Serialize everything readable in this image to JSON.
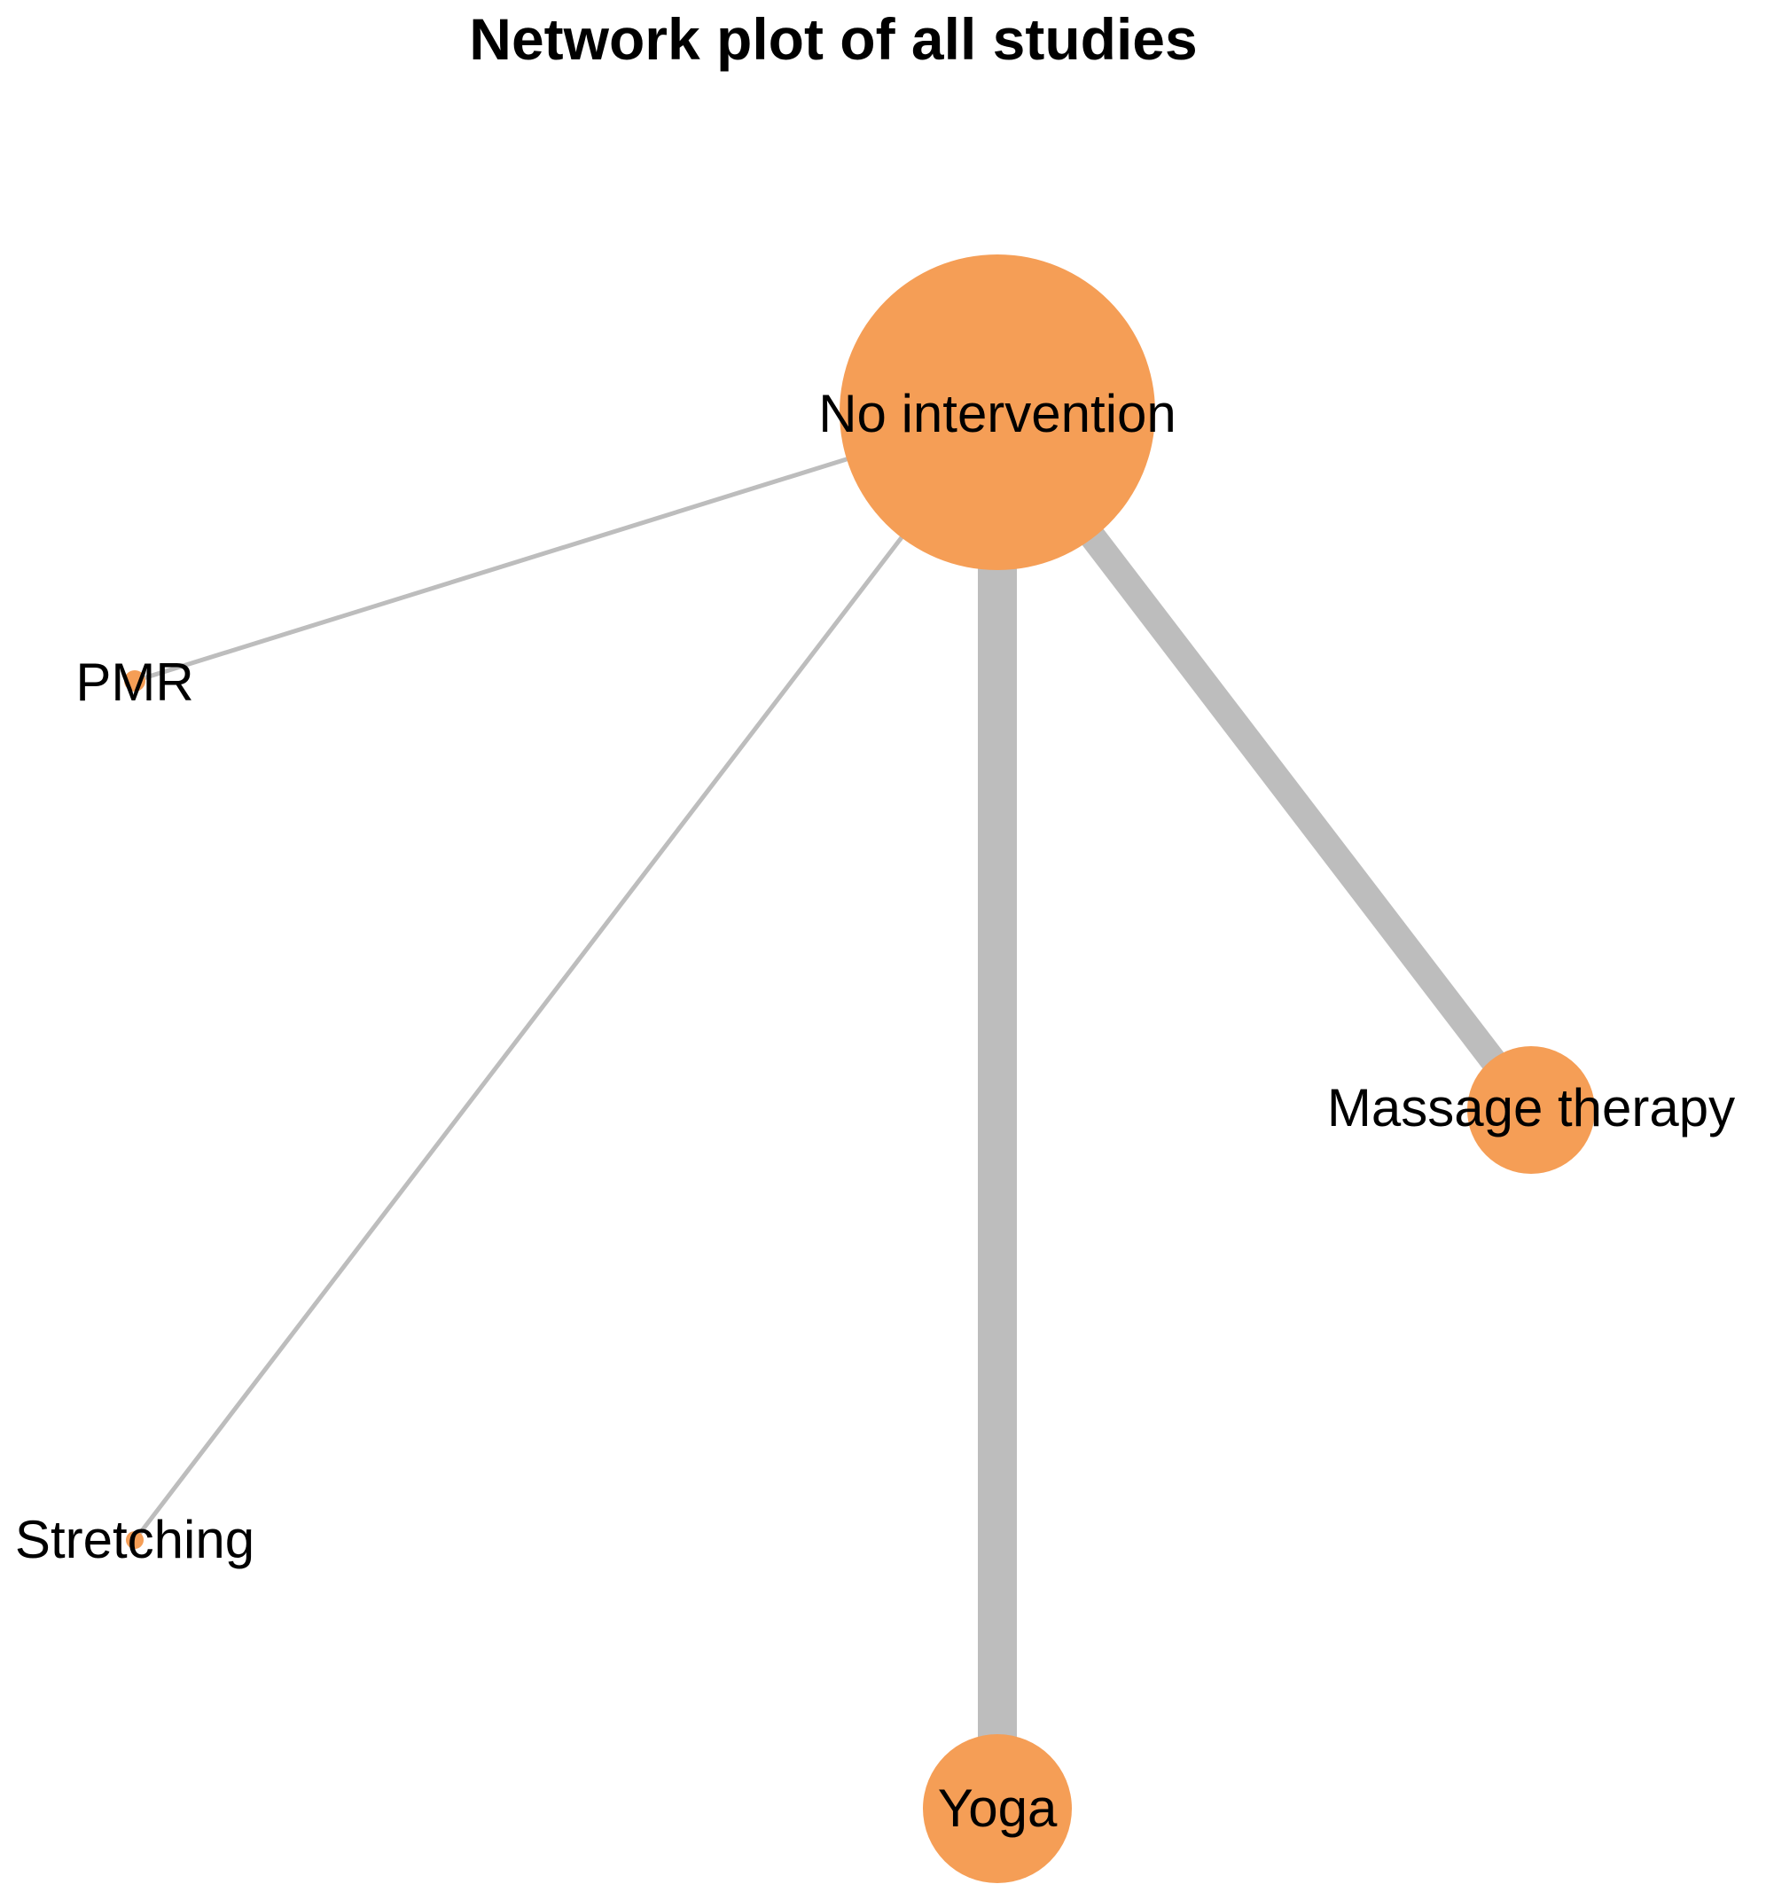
{
  "title": "Network plot of all studies",
  "colors": {
    "node": "#f59e56",
    "edge": "#bdbdbd",
    "label": "#000000"
  },
  "nodes": [
    {
      "id": "no-intervention",
      "label": "No intervention"
    },
    {
      "id": "pmr",
      "label": "PMR"
    },
    {
      "id": "massage-therapy",
      "label": "Massage therapy"
    },
    {
      "id": "stretching",
      "label": "Stretching"
    },
    {
      "id": "yoga",
      "label": "Yoga"
    }
  ],
  "edges": [
    {
      "from": "no-intervention",
      "to": "pmr"
    },
    {
      "from": "no-intervention",
      "to": "stretching"
    },
    {
      "from": "no-intervention",
      "to": "yoga"
    },
    {
      "from": "no-intervention",
      "to": "massage-therapy"
    }
  ]
}
